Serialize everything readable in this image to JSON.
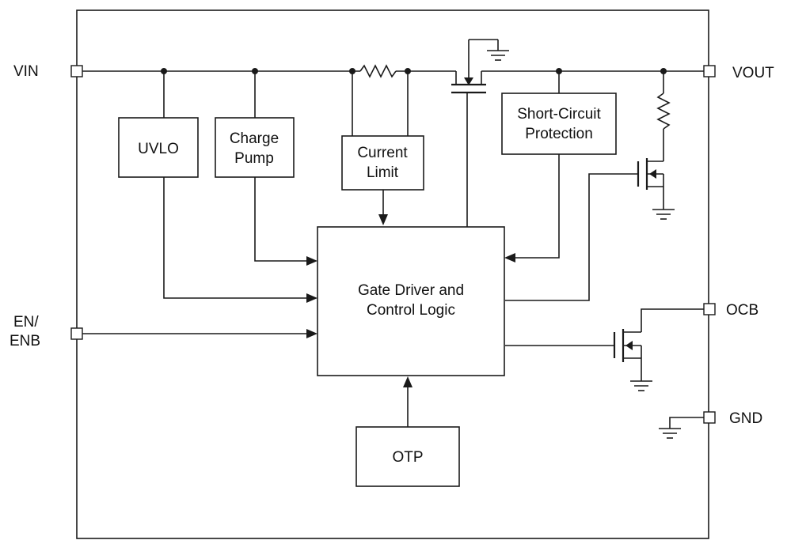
{
  "pins": {
    "vin": "VIN",
    "vout": "VOUT",
    "en_line1": "EN/",
    "en_line2": "ENB",
    "ocb": "OCB",
    "gnd": "GND"
  },
  "blocks": {
    "uvlo": "UVLO",
    "charge_pump_line1": "Charge",
    "charge_pump_line2": "Pump",
    "current_limit_line1": "Current",
    "current_limit_line2": "Limit",
    "short_circuit_line1": "Short-Circuit",
    "short_circuit_line2": "Protection",
    "gate_driver_line1": "Gate Driver and",
    "gate_driver_line2": "Control Logic",
    "otp": "OTP"
  }
}
